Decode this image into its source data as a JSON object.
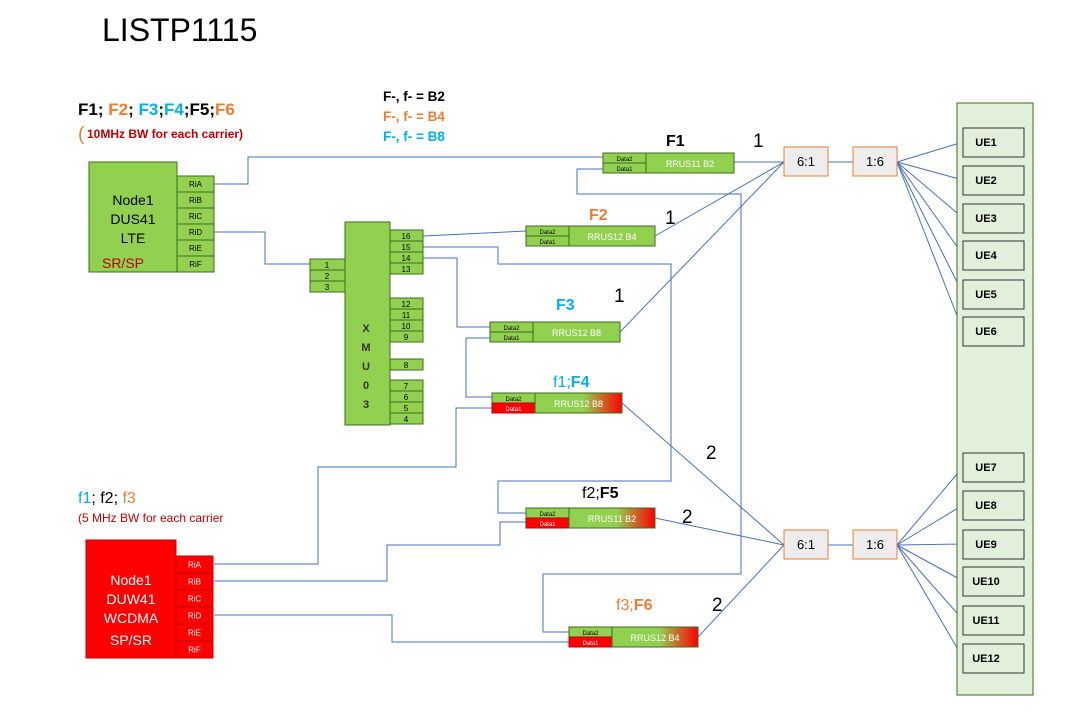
{
  "title": "LISTP1115",
  "colors": {
    "green": "#92d050",
    "red": "#ff0000",
    "orange": "#ed7d31",
    "blue": "#00b0f0",
    "darkred": "#c00000",
    "line": "#4472c4",
    "ue_panel": "#e2efda"
  },
  "lte_legend": {
    "carriers": [
      {
        "text": "F1",
        "color": "#000000",
        "sep": "; "
      },
      {
        "text": "F2",
        "color": "#ed7d31",
        "sep": "; "
      },
      {
        "text": "F3",
        "color": "#00b0f0",
        "sep": ";"
      },
      {
        "text": "F4",
        "color": "#00b0f0",
        "sep": ";"
      },
      {
        "text": "F5",
        "color": "#000000",
        "sep": ";"
      },
      {
        "text": "F6",
        "color": "#ed7d31",
        "sep": ""
      }
    ],
    "paren": "(",
    "note": "10MHz BW for each carrier)"
  },
  "band_legend": [
    {
      "text": "F-, f- = B2",
      "color": "#000000"
    },
    {
      "text": "F-, f- = B4",
      "color": "#ed7d31"
    },
    {
      "text": "F-, f- = B8",
      "color": "#00b0f0"
    }
  ],
  "wcdma_legend": {
    "carriers": [
      {
        "text": "f1",
        "color": "#00b0f0",
        "sep": "; "
      },
      {
        "text": "f2",
        "color": "#000000",
        "sep": "; "
      },
      {
        "text": "f3",
        "color": "#ed7d31",
        "sep": ""
      }
    ],
    "note": "(5 MHz BW for each carrier"
  },
  "node_lte": {
    "lines": [
      "Node1",
      "DUS41",
      "LTE",
      "SR/SP"
    ]
  },
  "node_wcdma": {
    "lines": [
      "Node1",
      "DUW41",
      "WCDMA",
      "SP/SR"
    ]
  },
  "ports": [
    "RiA",
    "RiB",
    "RiC",
    "RiD",
    "RiE",
    "RiF"
  ],
  "xmu": {
    "letters": [
      "X",
      "M",
      "U",
      "0",
      "3"
    ],
    "left_ports": [
      "1",
      "2",
      "3"
    ],
    "port_groups": [
      [
        "16",
        "15",
        "14",
        "13"
      ],
      [
        "12",
        "11",
        "10",
        "9"
      ],
      [
        "8"
      ],
      [
        "7",
        "6",
        "5",
        "4"
      ]
    ]
  },
  "radios": [
    {
      "id": "r1",
      "name": "RRUS11 B2",
      "data2": "Data2",
      "data1": "Data1"
    },
    {
      "id": "r2",
      "name": "RRUS12 B4",
      "data2": "Data2",
      "data1": "Data1"
    },
    {
      "id": "r3",
      "name": "RRUS12 B8",
      "data2": "Data2",
      "data1": "Data1"
    },
    {
      "id": "r4",
      "name": "RRUS12 B8",
      "data2": "Data2",
      "data1": "Data1"
    },
    {
      "id": "r5",
      "name": "RRUS11 B2",
      "data2": "Data2",
      "data1": "Data1"
    },
    {
      "id": "r6",
      "name": "RRUS12 B4",
      "data2": "Data2",
      "data1": "Data1"
    }
  ],
  "radio_labels": [
    {
      "id": "r1",
      "parts": [
        {
          "text": "F1",
          "color": "#000000",
          "bold": true
        }
      ]
    },
    {
      "id": "r2",
      "parts": [
        {
          "text": "F2",
          "color": "#ed7d31",
          "bold": true
        }
      ]
    },
    {
      "id": "r3",
      "parts": [
        {
          "text": "F3",
          "color": "#00b0f0",
          "bold": true
        }
      ]
    },
    {
      "id": "r4",
      "parts": [
        {
          "text": "f1;",
          "color": "#00b0f0",
          "bold": false
        },
        {
          "text": "F4",
          "color": "#00b0f0",
          "bold": true
        }
      ]
    },
    {
      "id": "r5",
      "parts": [
        {
          "text": "f2;",
          "color": "#000000",
          "bold": false
        },
        {
          "text": "F5",
          "color": "#000000",
          "bold": true
        }
      ]
    },
    {
      "id": "r6",
      "parts": [
        {
          "text": "f3;",
          "color": "#ed7d31",
          "bold": false
        },
        {
          "text": "F6",
          "color": "#ed7d31",
          "bold": true
        }
      ]
    }
  ],
  "link_counts": [
    "1",
    "1",
    "1",
    "2",
    "2",
    "2"
  ],
  "combiners": [
    {
      "split": "6:1",
      "fan": "1:6"
    },
    {
      "split": "6:1",
      "fan": "1:6"
    }
  ],
  "ues": [
    "UE1",
    "UE2",
    "UE3",
    "UE4",
    "UE5",
    "UE6",
    "UE7",
    "UE8",
    "UE9",
    "UE10",
    "UE11",
    "UE12"
  ]
}
